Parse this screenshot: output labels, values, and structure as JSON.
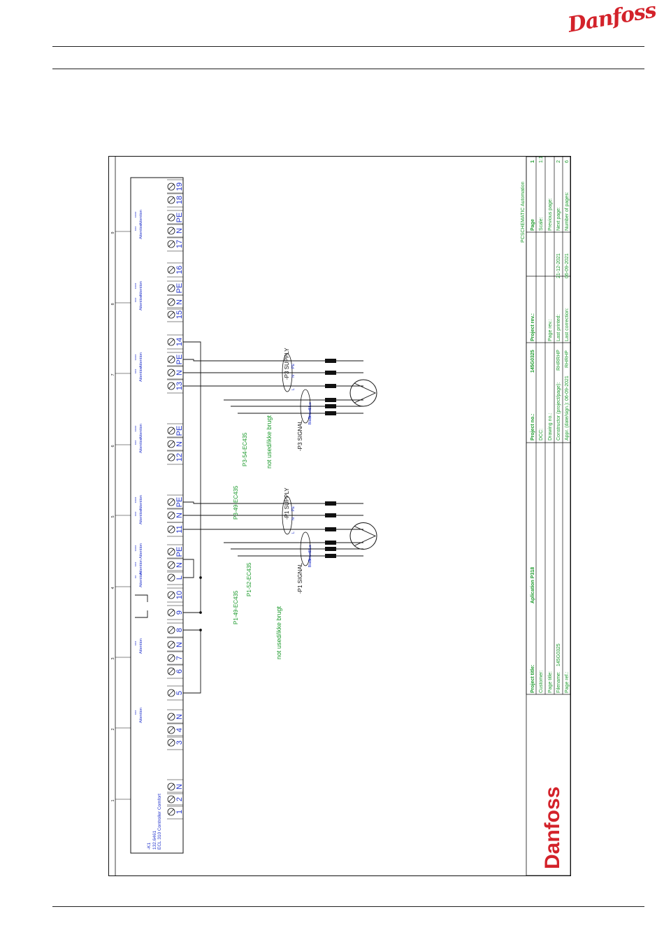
{
  "brand": {
    "logo_text": "Danfoss",
    "color": "#d3222a"
  },
  "colors": {
    "blue": "#2233cc",
    "green": "#1c9a2c",
    "black": "#111111",
    "red": "#d3222a"
  },
  "controller": {
    "id": "-K1",
    "part": "132.6461",
    "name": "ECL 310 Controller Comfort"
  },
  "grid_numbers": [
    "1",
    "2",
    "3",
    "4",
    "5",
    "6",
    "7",
    "8",
    "9"
  ],
  "terminals": [
    "1",
    "2",
    "N",
    "3",
    "4",
    "N",
    "5",
    "6",
    "7",
    "N",
    "8",
    "9",
    "10",
    "L",
    "N",
    "PE",
    "11",
    "N",
    "PE",
    "12",
    "N",
    "PE",
    "13",
    "N",
    "PE",
    "14",
    "15",
    "N",
    "PE",
    "16",
    "17",
    "N",
    "PE",
    "18",
    "19"
  ],
  "attention": {
    "word": "Attention",
    "two": "**",
    "three": "***",
    "four": "****"
  },
  "pumps": [
    {
      "supply": "-P1 SUPPLY",
      "signal": "-P1 SIGNAL",
      "cable_a": "P1-49-EC435",
      "cable_b": "P1-52-EC435",
      "note": "not used/ikke brugt"
    },
    {
      "supply": "-P3 SUPPLY",
      "signal": "-P3 SIGNAL",
      "cable_a": "P3-49-EC435",
      "cable_b": "P3-54-EC435",
      "note": "not used/ikke brugt"
    }
  ],
  "wire_labels": {
    "pe": "PE",
    "n": "N",
    "l": "L",
    "blue": "Blue",
    "brown": "Brown",
    "black": "Black"
  },
  "title_block": {
    "header": "PCSCHEMATIC Automation",
    "project_title_label": "Project title:",
    "project_title": "Aplication P318",
    "customer_label": "Customer:",
    "page_title_label": "Page title:",
    "filename_label": "Filename:",
    "filename": "145G0325",
    "page_ref_label": "Page ref.:",
    "project_no_label": "Project no.:",
    "project_no": "145G0325",
    "dcc_label": "DCC:",
    "drawing_no_label": "Drawing no.:",
    "constructor_label": "Constructor (project/page):",
    "constructor": "RHRRHP",
    "appr_label": "Appr. (date/sign.):",
    "appr": "06-09-2021",
    "appr_sign": "RHRHP",
    "project_rev_label": "Project rev.:",
    "page_rev_label": "Page rev.:",
    "last_printed_label": "Last printed:",
    "last_printed": "21-12-2021",
    "last_correction_label": "Last correction:",
    "last_correction": "06-09-2021",
    "page_label": "Page",
    "page": "1",
    "scale_label": "Scale:",
    "scale": "1:1",
    "previous_page_label": "Previous page:",
    "next_page_label": "Next page:",
    "next_page": "2",
    "number_of_pages_label": "Number of pages:",
    "number_of_pages": "6"
  }
}
